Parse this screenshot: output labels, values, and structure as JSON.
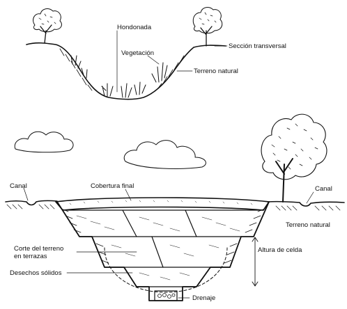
{
  "cross_section": {
    "hollow": "Hondonada",
    "vegetation": "Vegetación",
    "section": "Sección transversal",
    "natural_ground": "Terreno natural"
  },
  "landfill": {
    "canal_left": "Canal",
    "final_cover": "Cobertura final",
    "canal_right": "Canal",
    "natural_ground": "Terreno natural",
    "cell_height": "Altura de celda",
    "terrace_cut_line1": "Corte del terreno",
    "terrace_cut_line2": "en terrazas",
    "solid_waste": "Desechos sólidos",
    "drainage": "Drenaje"
  },
  "colors": {
    "ink": "#111111",
    "background": "#ffffff"
  }
}
